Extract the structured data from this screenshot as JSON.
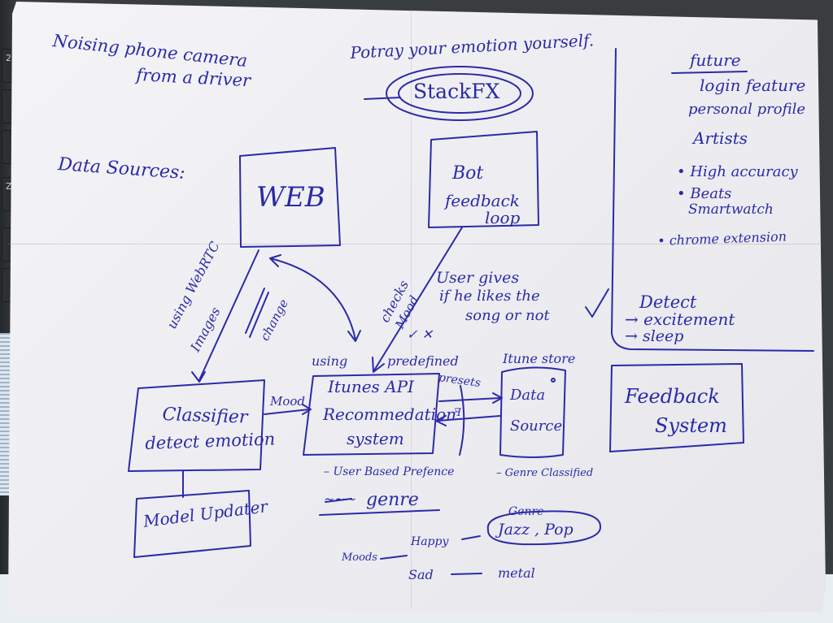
{
  "top": {
    "left_note_line1": "Noising phone camera",
    "left_note_line2": "from a driver",
    "tagline": "Potray your emotion yourself.",
    "logo": "StackFX"
  },
  "data_sources_label": "Data Sources:",
  "boxes": {
    "web": "WEB",
    "bot_line1": "Bot",
    "bot_line2": "feedback",
    "bot_line3": "loop",
    "classifier_line1": "Classifier",
    "classifier_line2": "detect emotion",
    "recommend_line1": "Itunes API",
    "recommend_line2": "Recommedation",
    "recommend_line3": "system",
    "datasource_line1": "Data",
    "datasource_line2": "Source",
    "model_updater": "Model Updater",
    "feedback_line1": "Feedback",
    "feedback_line2": "System"
  },
  "edges": {
    "using_webrtc": "using WebRTC",
    "images": "Images",
    "change": "change",
    "checks": "checks",
    "mood": "Mood",
    "user_gives_line1": "User gives",
    "user_gives_line2": "if he likes the",
    "user_gives_line3": "song or not",
    "tick_cross": "✓ ✕",
    "mood_edge": "Mood",
    "using": "using",
    "predefined": "predefined",
    "presets": "presets",
    "itune_store": "Itune store",
    "edge_mark": "ꟻ"
  },
  "future": {
    "title": "future",
    "line1": "login feature",
    "line2": "personal profile",
    "line3": "Artists",
    "bullet1": "• High accuracy",
    "bullet2": "• Beats",
    "bullet2b": "Smartwatch",
    "bullet3": "• chrome extension",
    "detect": "Detect",
    "excitement": "→ excitement",
    "sleep": "→ sleep"
  },
  "bottom": {
    "user_based": "– User Based Prefence",
    "genre_classified": "– Genre Classified",
    "genre_struck": "~~~",
    "genre": "genre",
    "genre_small": "Genre",
    "moods": "Moods",
    "happy": "Happy",
    "jazz_pop": "Jazz , Pop",
    "sad": "Sad",
    "metal": "metal"
  },
  "laptop_keys": [
    "2",
    "Z"
  ],
  "colors": {
    "ink": "#2b2aa8",
    "paper": "#f2f2f5"
  }
}
